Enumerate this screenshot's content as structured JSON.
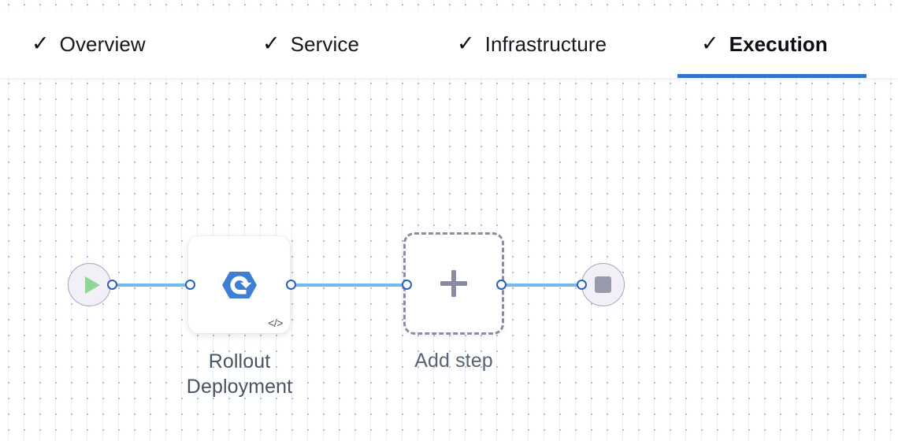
{
  "tabs": [
    {
      "label": "Overview",
      "icon": "check-icon",
      "check": "✓",
      "state": "complete",
      "active": false
    },
    {
      "label": "Service",
      "icon": "check-icon",
      "check": "✓",
      "state": "complete",
      "active": false
    },
    {
      "label": "Infrastructure",
      "icon": "check-icon",
      "check": "✓",
      "state": "complete",
      "active": false
    },
    {
      "label": "Execution",
      "icon": "check-icon",
      "check": "✓",
      "state": "complete",
      "active": true
    }
  ],
  "canvas": {
    "nodes": {
      "start": {
        "icon": "play-icon",
        "label": ""
      },
      "step": {
        "label_line1": "Rollout",
        "label_line2": "Deployment",
        "icon": "rollout-deployment-icon",
        "badge": "</>",
        "badge_name": "code-badge-icon"
      },
      "add": {
        "label": "Add step",
        "icon": "plus-icon"
      },
      "end": {
        "icon": "stop-icon",
        "label": ""
      }
    }
  },
  "colors": {
    "accent_blue": "#2f72d2",
    "edge_blue": "#6fbbef",
    "port_ring": "#2b5fbd",
    "step_icon_blue": "#3d7fd4",
    "node_fill": "#f2f0f6",
    "node_border": "#a8a5b8",
    "play_green": "#8fd694",
    "stop_gray": "#9a9aad",
    "dashed_border": "#8b8ba3",
    "caption_text": "#4a5262",
    "grid_dot": "#b8c0ca"
  }
}
